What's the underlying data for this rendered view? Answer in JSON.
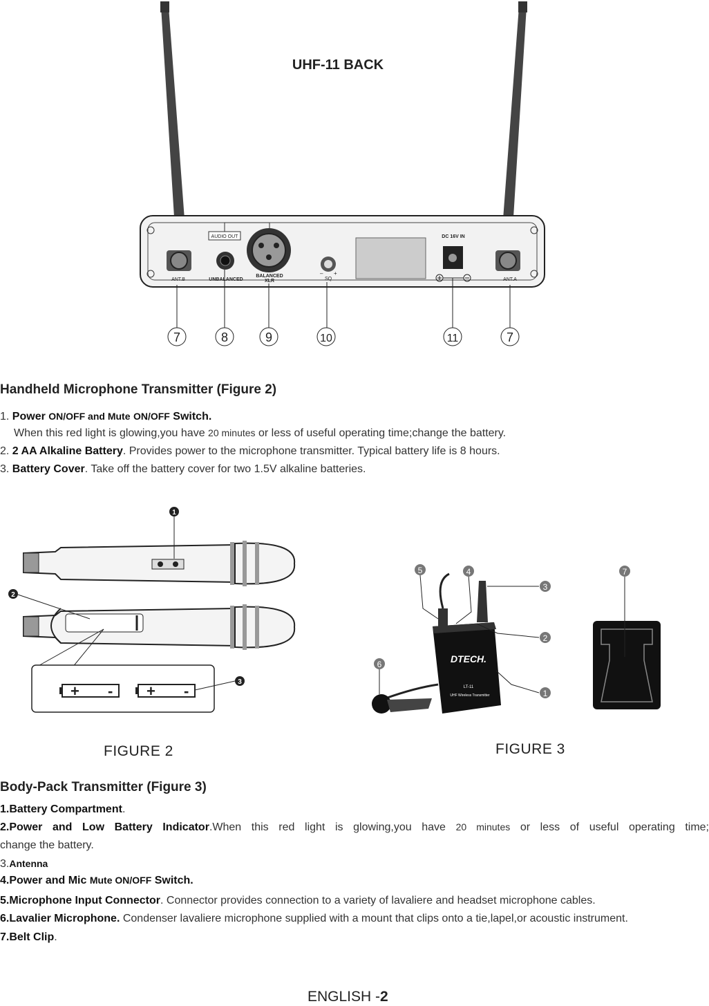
{
  "back_panel": {
    "title": "UHF-11 BACK",
    "audio_out": "AUDIO OUT",
    "unbalanced": "UNBALANCED",
    "balanced": "BALANCED",
    "xlr": "XLR",
    "sq": "SQ",
    "sq_minus": "–",
    "sq_plus": "+",
    "dc_in": "DC 16V IN",
    "ant_b": "ANT.B",
    "ant_a": "ANT.A",
    "callouts": [
      "7",
      "8",
      "9",
      "10",
      "11",
      "7"
    ]
  },
  "handheld": {
    "heading": "Handheld Microphone Transmitter (Figure 2)",
    "items": [
      {
        "num": "1.",
        "title": "Power",
        "mid1": "ON/OFF and Mute",
        "mid2": "ON/OFF",
        "tail": "Switch."
      },
      {
        "cont_a": "When this red light is glowing,you have",
        "minutes": "20 minutes",
        "cont_b": "or less of  useful operating time;change the battery."
      },
      {
        "num": "2.",
        "title": "2 AA Alkaline  Battery",
        "text_a": ".   Provides power  to the microphone transmitter. Typical battery life is",
        "hours": "8 hours."
      },
      {
        "num": "3.",
        "title": "Battery Cover",
        "text": ". Take off the battery cover for two 1.5V alkaline batteries."
      }
    ]
  },
  "figure2": {
    "label": "FIGURE 2",
    "markers": [
      "1",
      "2",
      "3"
    ],
    "battery_plus": "+",
    "battery_minus": "-"
  },
  "figure3": {
    "label": "FIGURE 3",
    "markers": [
      "5",
      "4",
      "3",
      "2",
      "1",
      "6",
      "7"
    ],
    "brand": "DTECH.",
    "model": "LT-11",
    "subtitle": "UHF Wireless Transmitter"
  },
  "bodypack": {
    "heading": "Body-Pack Transmitter  (Figure 3)",
    "item1": {
      "title": "1.Battery Compartment",
      "tail": "."
    },
    "item2": {
      "title": "2.Power  and  Low  Battery  Indicator",
      "text_a": ".When  this  red  light  is  glowing,you  have",
      "minutes": "20 minutes",
      "text_b": "or  less  of  useful  operating  time;",
      "cont": "change the battery."
    },
    "item3": {
      "num": "3.",
      "title": "Antenna"
    },
    "item4": {
      "num": "4",
      "title": ".Power and Mic",
      "mid": "Mute ON/OFF",
      "tail": "Switch."
    },
    "item5": {
      "title": "5.Microphone Input Connector",
      "text": ". Connector provides connection  to a variety of lavaliere and headset microphone cables."
    },
    "item6": {
      "title": "6.Lavalier Microphone.",
      "text": " Condenser lavaliere microphone supplied  with a mount that clips onto a tie,lapel,or acoustic instrument."
    },
    "item7": {
      "title": "7.Belt Clip",
      "tail": "."
    }
  },
  "footer": {
    "label": "ENGLISH -",
    "page": "2"
  },
  "colors": {
    "ink": "#222222",
    "panel": "#f2f2f2",
    "marker": "#555555"
  }
}
